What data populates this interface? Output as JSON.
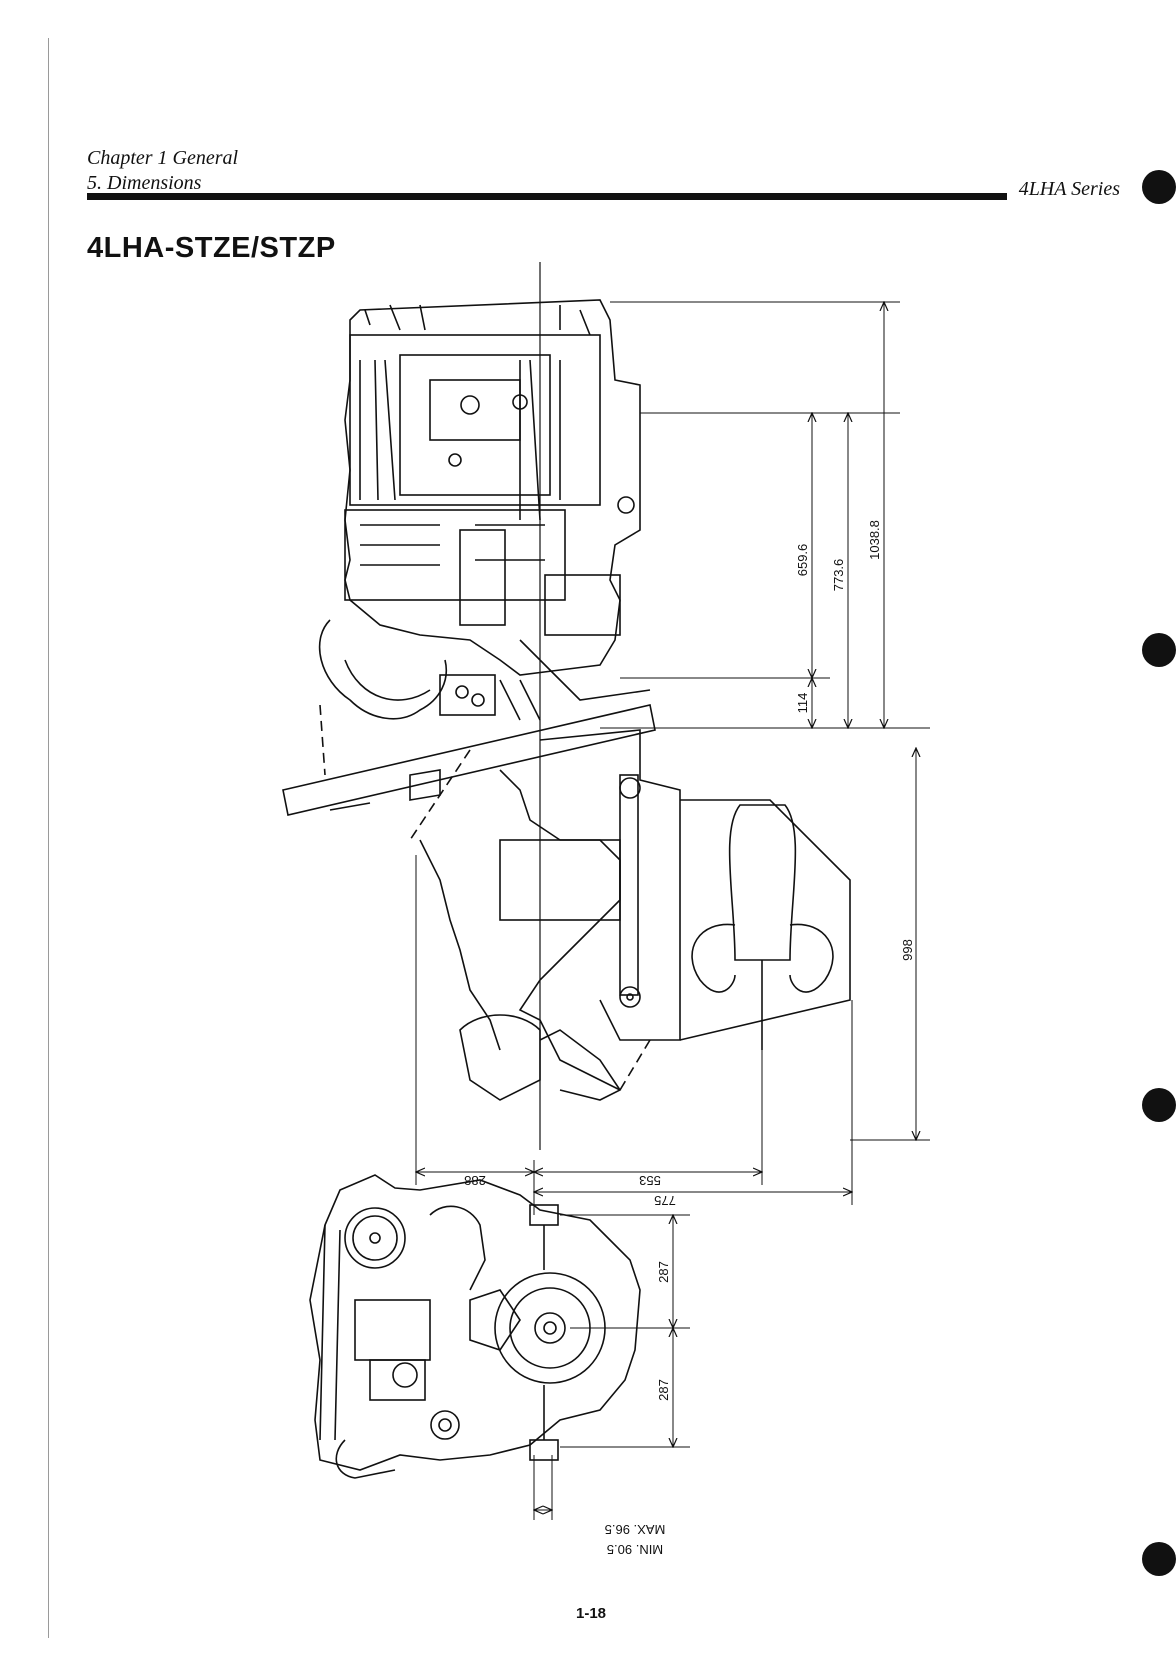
{
  "header": {
    "chapter": "Chapter 1 General",
    "section": "5. Dimensions",
    "series": "4LHA Series"
  },
  "title": "4LHA-STZE/STZP",
  "dimensions": {
    "d_659_6": "659.6",
    "d_773_6": "773.6",
    "d_1038_8": "1038.8",
    "d_114": "114",
    "d_998": "998",
    "d_288": "288",
    "d_553": "553",
    "d_775": "775",
    "d_287_top": "287",
    "d_287_bottom": "287",
    "max": "MAX. 96.5",
    "min": "MIN. 90.5"
  },
  "page_number": "1-18"
}
